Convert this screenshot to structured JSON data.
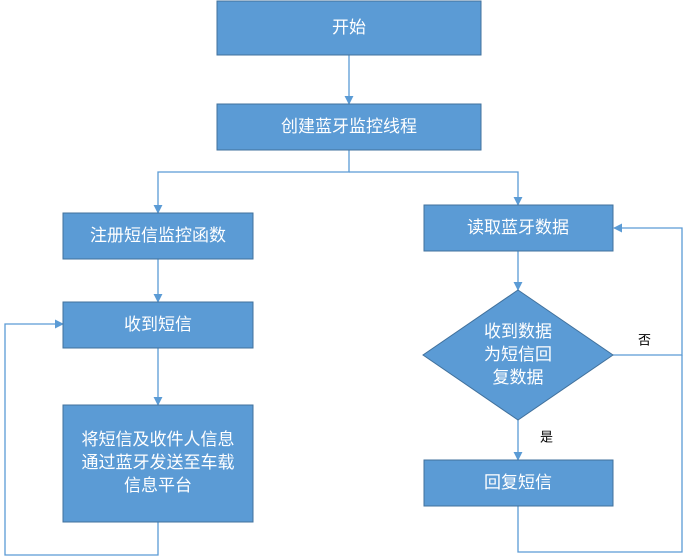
{
  "nodes": {
    "start": "开始",
    "create_thread": "创建蓝牙监控线程",
    "register_sms": "注册短信监控函数",
    "receive_sms": "收到短信",
    "forward_sms": [
      "将短信及收件人信息",
      "通过蓝牙发送至车载",
      "信息平台"
    ],
    "read_bt": "读取蓝牙数据",
    "decision": [
      "收到数据",
      "为短信回",
      "复数据"
    ],
    "reply_sms": "回复短信"
  },
  "edges": {
    "yes": "是",
    "no": "否"
  },
  "colors": {
    "node_fill": "#5b9bd5",
    "node_stroke": "#41719c",
    "text": "#ffffff",
    "edge": "#5b9bd5"
  }
}
